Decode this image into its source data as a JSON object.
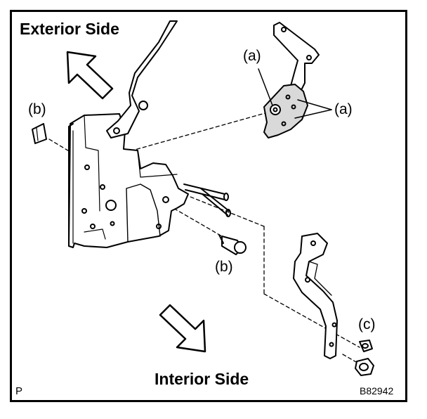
{
  "labels": {
    "exterior_side": "Exterior Side",
    "interior_side": "Interior Side",
    "callout_a_top": "(a)",
    "callout_a_right": "(a)",
    "callout_b_left": "(b)",
    "callout_b_bolt": "(b)",
    "callout_c": "(c)",
    "corner_letter": "P",
    "figure_code": "B82942"
  },
  "colors": {
    "line": "#000000",
    "fill": "#ffffff",
    "shade": "#d9d9d9"
  }
}
